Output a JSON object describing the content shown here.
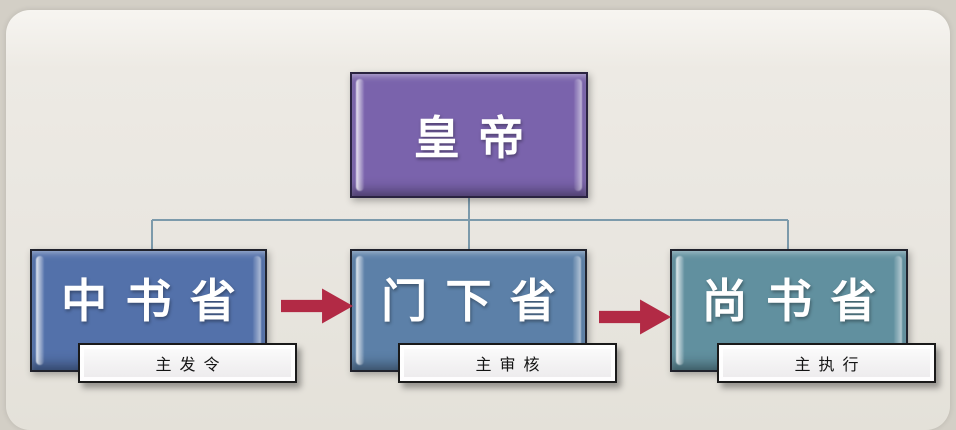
{
  "diagram": {
    "type": "org-chart",
    "topic": "Tang dynasty three departments system",
    "colors": {
      "outer_background": "#d3cfc6",
      "slide_background": "#e9e6e0",
      "connector": "#7c9aab",
      "arrow": "#b22a45",
      "emperor_fill": "#7a63ac",
      "zhongshu_fill": "#5371aa",
      "menxia_fill": "#5c80a8",
      "shangshu_fill": "#61909f",
      "caption_background": "#f5f4f5",
      "caption_text": "#141414",
      "node_text": "#ffffff"
    },
    "nodes": {
      "emperor": {
        "label": "皇帝"
      },
      "zhongshu": {
        "label": "中书省",
        "tag": "主发令"
      },
      "menxia": {
        "label": "门下省",
        "tag": "主审核"
      },
      "shangshu": {
        "label": "尚书省",
        "tag": "主执行"
      }
    },
    "edges": [
      {
        "from": "emperor",
        "to": "zhongshu",
        "style": "line"
      },
      {
        "from": "emperor",
        "to": "menxia",
        "style": "line"
      },
      {
        "from": "emperor",
        "to": "shangshu",
        "style": "line"
      },
      {
        "from": "zhongshu",
        "to": "menxia",
        "style": "arrow"
      },
      {
        "from": "menxia",
        "to": "shangshu",
        "style": "arrow"
      }
    ]
  }
}
